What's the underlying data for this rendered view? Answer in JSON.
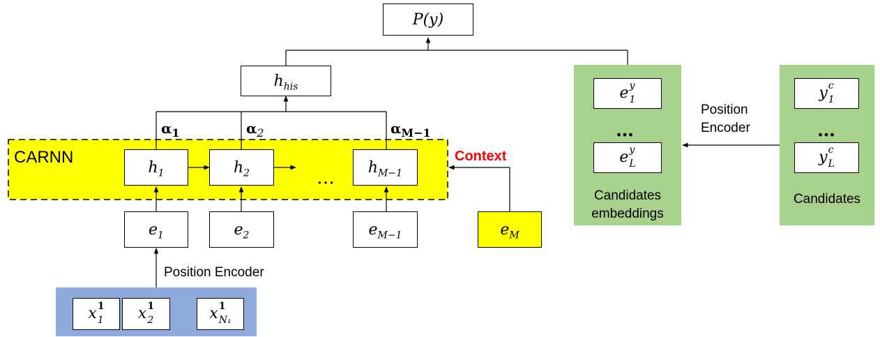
{
  "output": {
    "label": "P(y)"
  },
  "history": {
    "label": "h",
    "sub": "his"
  },
  "carnn": {
    "label": "CARNN",
    "context_label": "Context",
    "color": "#ffff00",
    "context_color": "#ff0000"
  },
  "hidden": [
    {
      "base": "h",
      "sub": "1"
    },
    {
      "base": "h",
      "sub": "2"
    },
    {
      "base": "h",
      "sub": "M−1"
    }
  ],
  "ellipsis": "…",
  "alphas": [
    {
      "base": "α",
      "sub": "1"
    },
    {
      "base": "α",
      "sub": "2"
    },
    {
      "base": "α",
      "sub": "M−1"
    }
  ],
  "embeddings": [
    {
      "base": "e",
      "sub": "1"
    },
    {
      "base": "e",
      "sub": "2"
    },
    {
      "base": "e",
      "sub": "M−1"
    }
  ],
  "context_embedding": {
    "base": "e",
    "sub": "M"
  },
  "position_encoder_left": "Position Encoder",
  "inputs": {
    "color": "#8faadc",
    "items": [
      {
        "base": "x",
        "sup": "1",
        "sub": "1"
      },
      {
        "base": "x",
        "sup": "1",
        "sub": "2"
      },
      {
        "base": "x",
        "sup": "1",
        "sub": "N₁"
      }
    ]
  },
  "candidate_embeddings": {
    "color": "#a9d18e",
    "caption_line1": "Candidates",
    "caption_line2": "embeddings",
    "items": [
      {
        "base": "e",
        "sup": "y",
        "sub": "1"
      },
      {
        "base": "e",
        "sup": "y",
        "sub": "L"
      }
    ],
    "dots": "…"
  },
  "position_encoder_right": {
    "line1": "Position",
    "line2": "Encoder"
  },
  "candidates": {
    "color": "#a9d18e",
    "caption": "Candidates",
    "items": [
      {
        "base": "y",
        "sup": "c",
        "sub": "1"
      },
      {
        "base": "y",
        "sup": "c",
        "sub": "L"
      }
    ],
    "dots": "…"
  }
}
